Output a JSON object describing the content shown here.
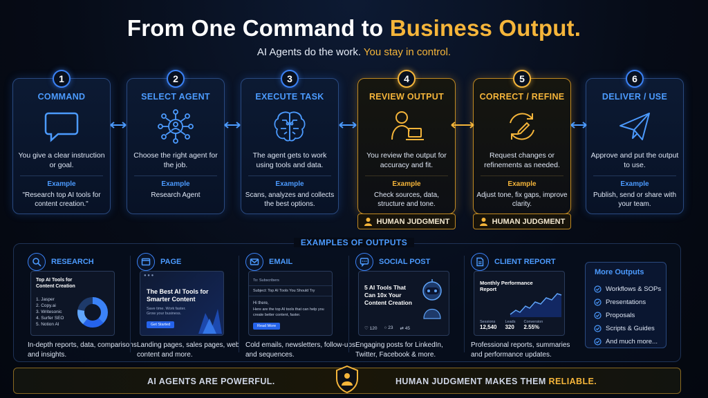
{
  "header": {
    "title_part1": "From One Command to ",
    "title_part2": "Business Output.",
    "subtitle_part1": "AI Agents do the work. ",
    "subtitle_part2": "You stay in control."
  },
  "steps": [
    {
      "num": "1",
      "title": "COMMAND",
      "icon": "chat-bubble-icon",
      "desc": "You give a clear instruction or goal.",
      "example_label": "Example",
      "example": "\"Research top AI tools for content creation.\""
    },
    {
      "num": "2",
      "title": "SELECT AGENT",
      "icon": "agent-network-icon",
      "desc": "Choose the right agent for the job.",
      "example_label": "Example",
      "example": "Research Agent"
    },
    {
      "num": "3",
      "title": "EXECUTE TASK",
      "icon": "brain-circuit-icon",
      "desc": "The agent gets to work using tools and data.",
      "example_label": "Example",
      "example": "Scans, analyzes and collects the best options."
    },
    {
      "num": "4",
      "title": "REVIEW OUTPUT",
      "icon": "person-laptop-icon",
      "desc": "You review the output for accuracy and fit.",
      "example_label": "Example",
      "example": "Check sources, data, structure and tone."
    },
    {
      "num": "5",
      "title": "CORRECT / REFINE",
      "icon": "refresh-pencil-icon",
      "desc": "Request changes or refinements as needed.",
      "example_label": "Example",
      "example": "Adjust tone, fix gaps, improve clarity."
    },
    {
      "num": "6",
      "title": "DELIVER / USE",
      "icon": "paper-plane-icon",
      "desc": "Approve and put the output to use.",
      "example_label": "Example",
      "example": "Publish, send or share with your team."
    }
  ],
  "human_judgment_label": "HUMAN JUDGMENT",
  "outputs": {
    "heading": "EXAMPLES OF OUTPUTS",
    "research": {
      "label": "RESEARCH",
      "mock_title": "Top AI Tools for Content Creation",
      "mock_items": [
        "1. Jasper",
        "2. Copy.ai",
        "3. Writesonic",
        "4. Surfer SEO",
        "5. Notion AI"
      ],
      "desc": "In-depth reports, data, comparisons and insights."
    },
    "page": {
      "label": "PAGE",
      "mock_title": "The Best AI Tools for Smarter Content",
      "mock_sub": "Save time. Work faster. Grow your business.",
      "mock_button": "Get Started",
      "desc": "Landing pages, sales pages, web content and more."
    },
    "email": {
      "label": "EMAIL",
      "mock_to": "To: Subscribers",
      "mock_subject": "Subject: Top AI Tools You Should Try",
      "mock_greeting": "Hi there,",
      "mock_body": "Here are the top AI tools that can help you create better content, faster.",
      "mock_button": "Read More",
      "desc": "Cold emails, newsletters, follow-ups and sequences."
    },
    "social": {
      "label": "SOCIAL POST",
      "mock_title": "5 AI Tools That Can 10x Your Content Creation",
      "likes": "120",
      "comments": "23",
      "shares": "45",
      "desc": "Engaging posts for LinkedIn, Twitter, Facebook & more."
    },
    "report": {
      "label": "CLIENT REPORT",
      "mock_title": "Monthly Performance Report",
      "stats": [
        {
          "label": "Sessions",
          "value": "12,540"
        },
        {
          "label": "Leads",
          "value": "320"
        },
        {
          "label": "Conversion",
          "value": "2.55%"
        }
      ],
      "desc": "Professional reports, summaries and performance updates."
    },
    "more": {
      "title": "More Outputs",
      "items": [
        "Workflows & SOPs",
        "Presentations",
        "Proposals",
        "Scripts & Guides",
        "And much more..."
      ]
    }
  },
  "footer": {
    "left": "AI AGENTS ARE POWERFUL.",
    "right_part1": "HUMAN JUDGMENT MAKES THEM ",
    "right_part2": "RELIABLE."
  },
  "colors": {
    "accent_blue": "#4c9bff",
    "accent_gold": "#f5b53a",
    "background": "#060b16"
  }
}
